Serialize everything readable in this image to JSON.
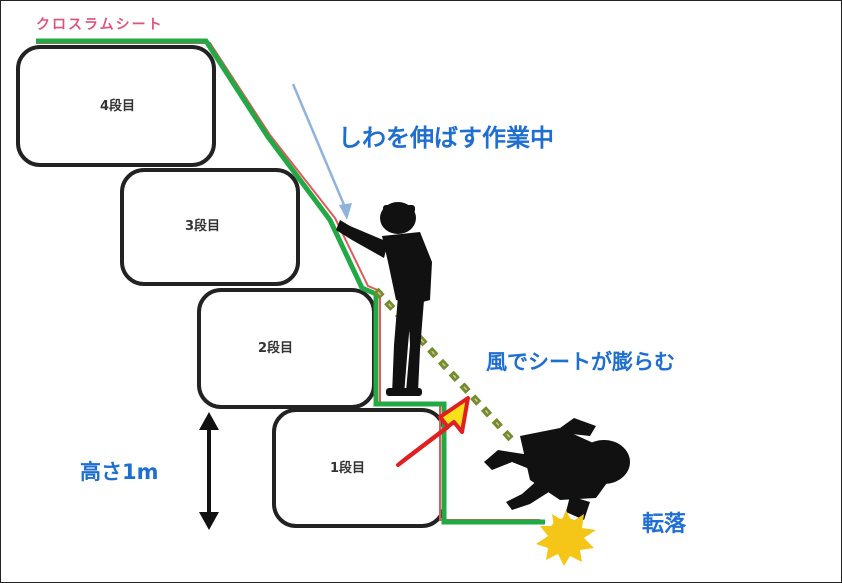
{
  "sheet_label": "クロスラムシート",
  "steps": [
    "4段目",
    "3段目",
    "2段目",
    "1段目"
  ],
  "annotations": {
    "smoothing": "しわを伸ばす作業中",
    "wind": "風でシートが膨らむ",
    "height": "高さ1m",
    "fall": "転落"
  },
  "colors": {
    "sheet_line": "#22a845",
    "sheet_edge": "#e05a5a",
    "billowed_sheet": "#6f8f2a",
    "wind_arrow_fill": "#f7e11b",
    "wind_arrow_stroke": "#e02020",
    "text_blue": "#1f6fd1"
  }
}
